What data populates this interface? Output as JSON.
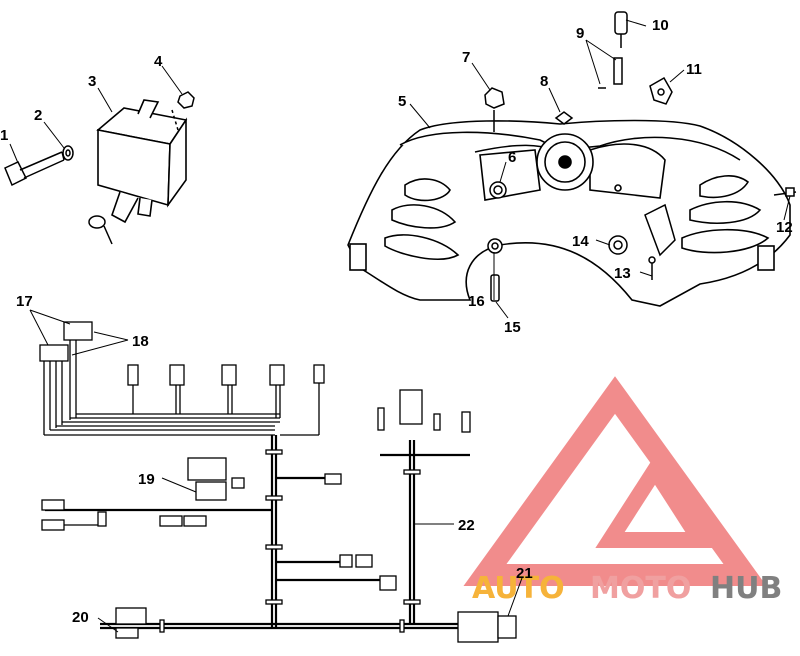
{
  "diagram": {
    "callouts": {
      "c1": "1",
      "c2": "2",
      "c3": "3",
      "c4": "4",
      "c5": "5",
      "c6": "6",
      "c7": "7",
      "c8": "8",
      "c9": "9",
      "c10": "10",
      "c11": "11",
      "c12": "12",
      "c13": "13",
      "c14": "14",
      "c15": "15",
      "c16": "16",
      "c17": "17",
      "c18": "18",
      "c19": "19",
      "c20": "20",
      "c21": "21",
      "c22": "22"
    }
  },
  "watermark": {
    "part1": "AUTO",
    "part2": "MOTO",
    "part3": "HUB",
    "colors": {
      "auto": "#f6b33a",
      "moto": "#f0a0a0",
      "hub": "#808080",
      "logo": "#f08080"
    }
  }
}
